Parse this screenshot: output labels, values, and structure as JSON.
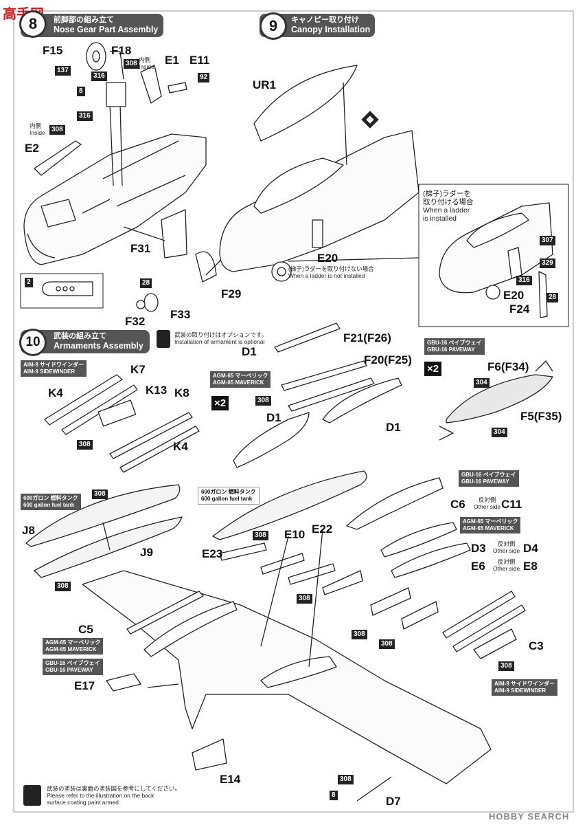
{
  "watermark": {
    "brand": "高手",
    "suffix": "网"
  },
  "steps": {
    "s8": {
      "number": "8",
      "jp": "前脚部の組み立て",
      "en": "Nose Gear Part Assembly"
    },
    "s9": {
      "number": "9",
      "jp": "キャノピー取り付け",
      "en": "Canopy Installation"
    },
    "s10": {
      "number": "10",
      "jp": "武装の組み立て",
      "en": "Armaments Assembly"
    }
  },
  "paint_codes": {
    "c137": "137",
    "c316a": "316",
    "c308a": "308",
    "c8a": "8",
    "c316b": "316",
    "c92": "92",
    "c308b": "308",
    "c28a": "28",
    "c307": "307",
    "c329": "329",
    "c316c": "316",
    "c28b": "28",
    "c2": "2",
    "c308k1": "308",
    "c308k2": "308",
    "c308d": "308",
    "c304a": "304",
    "c304b": "304",
    "c308t1": "308",
    "c308t2": "308",
    "c308m": "308",
    "c308e22": "308",
    "c308d3": "308",
    "c308e6": "308",
    "c308c3": "308",
    "c308d7": "308",
    "c8b": "8"
  },
  "notes": {
    "inside_jp_1": "内側",
    "inside_en_1": "Inside",
    "inside_jp_2": "内側",
    "inside_en_2": "Inside",
    "ladder_not_jp": "(梯子)ラダーを取り付けない場合",
    "ladder_not_en": "When a ladder is not installed",
    "ladder_jp_1": "(梯子)ラダーを",
    "ladder_jp_2": "取り付ける場合",
    "ladder_en_1": "When a ladder",
    "ladder_en_2": "is installed",
    "option_jp": "武装の取り付けはオプションです。",
    "option_en": "Installation of armament is optional",
    "back_jp": "武装の塗装は裏面の塗装図を参考にしてください。",
    "back_en_1": "Please refer to the illustration on the back",
    "back_en_2": "surface coating paint armed.",
    "other_side": "Other side",
    "hantai": "反対側",
    "multiplier": "×2"
  },
  "weapon_tags": {
    "aim9_jp": "AIM-9 サイドワインダー",
    "aim9_en": "AIM-9 SIDEWINDER",
    "agm65_jp": "AGM-65 マーベリック",
    "agm65_en": "AGM-65 MAVERICK",
    "gbu16_jp": "GBU-16 ペイブウェイ",
    "gbu16_en": "GBU-16 PAVEWAY",
    "tank_jp": "600ガロン 燃料タンク",
    "tank_en": "600 gallon fuel tank"
  },
  "parts": {
    "F15": "F15",
    "F18": "F18",
    "E1": "E1",
    "E11": "E11",
    "E2": "E2",
    "F31": "F31",
    "F29": "F29",
    "F32": "F32",
    "F33": "F33",
    "UR1": "UR1",
    "E20": "E20",
    "E20b": "E20",
    "F24": "F24",
    "K4a": "K4",
    "K7": "K7",
    "K13": "K13",
    "K8": "K8",
    "K4b": "K4",
    "D1a": "D1",
    "F21": "F21(F26)",
    "F20": "F20(F25)",
    "D1b": "D1",
    "D1c": "D1",
    "F6": "F6(F34)",
    "F5": "F5(F35)",
    "J8": "J8",
    "J9": "J9",
    "E23": "E23",
    "E10": "E10",
    "E22": "E22",
    "C6": "C6",
    "C11": "C11",
    "D3": "D3",
    "D4": "D4",
    "E6": "E6",
    "E8": "E8",
    "C5": "C5",
    "C3": "C3",
    "E17": "E17",
    "E14": "E14",
    "D7": "D7"
  },
  "footer": {
    "site": "HOBBY SEARCH"
  }
}
